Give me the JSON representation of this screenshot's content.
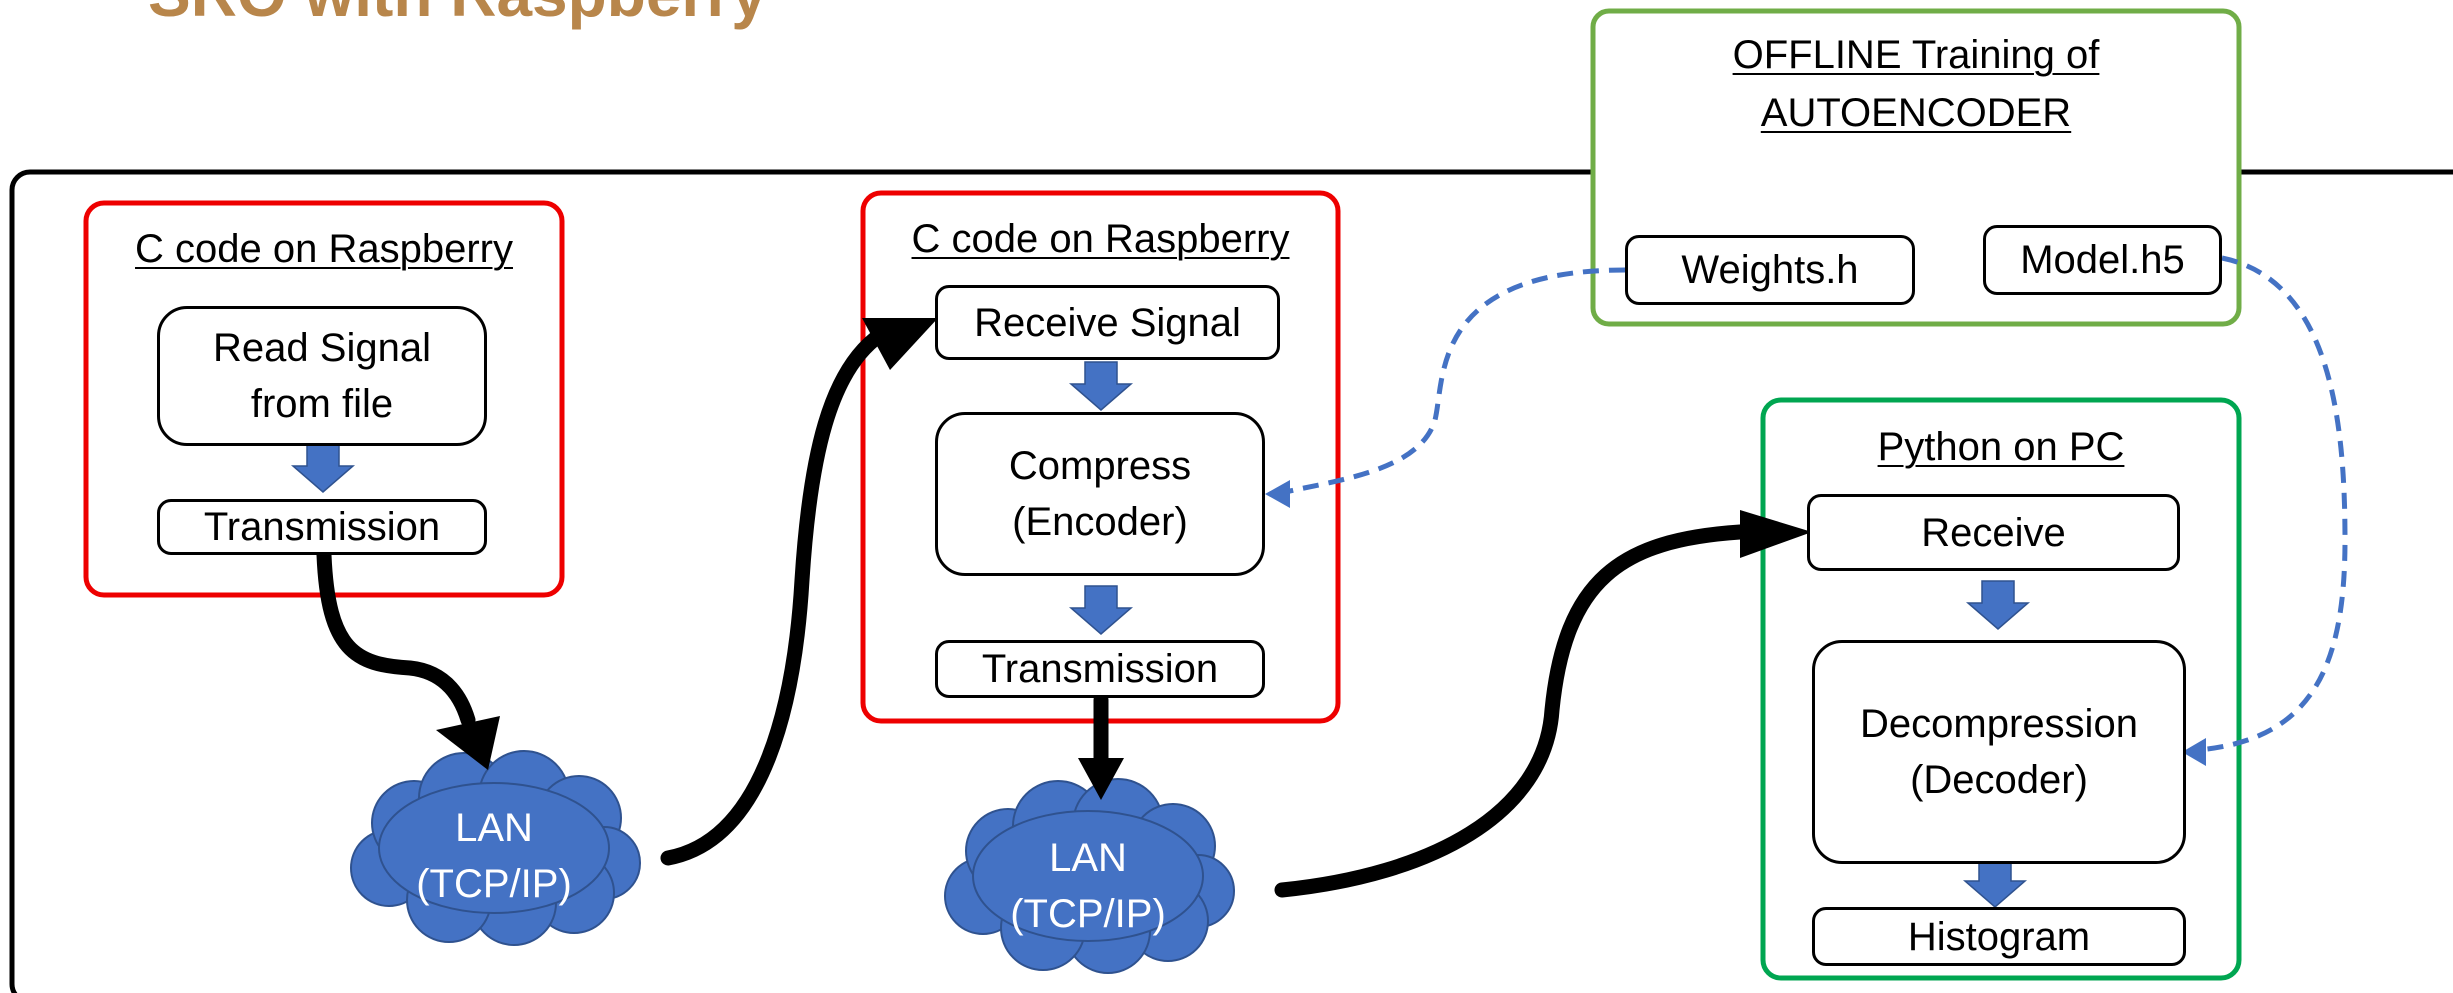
{
  "title": "SRO with Raspberry",
  "colors": {
    "title": "#b8864b",
    "raspberry_box": "#ee0000",
    "pc_box": "#00a651",
    "offline_box": "#70ad47",
    "cloud": "#4472c4",
    "flow_arrow": "#4472c4",
    "link_dash": "#4472c4"
  },
  "sender": {
    "heading": "C code on Raspberry",
    "read": "Read Signal\nfrom file",
    "transmit": "Transmission"
  },
  "lan1": {
    "label": "LAN\n(TCP/IP)"
  },
  "relay": {
    "heading": "C code on Raspberry",
    "receive": "Receive Signal",
    "compress": "Compress\n(Encoder)",
    "transmit": "Transmission"
  },
  "lan2": {
    "label": "LAN\n(TCP/IP)"
  },
  "offline": {
    "heading": "OFFLINE Training of\nAUTOENCODER",
    "weights": "Weights.h",
    "model": "Model.h5"
  },
  "pc": {
    "heading": "Python on PC",
    "receive": "Receive",
    "decompress": "Decompression\n(Decoder)",
    "histogram": "Histogram"
  }
}
